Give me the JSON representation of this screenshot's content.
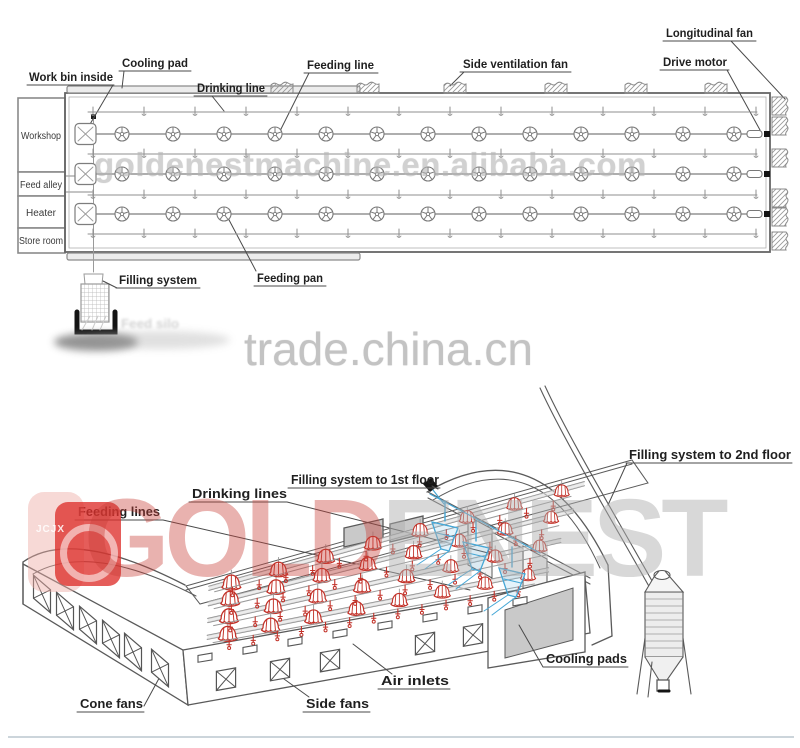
{
  "watermarks": {
    "top_banner": "goldenestmachine.en.alibaba.com",
    "middle": "trade.china.cn",
    "brand_red": "GOLD",
    "brand_gray": "ENEST",
    "logo_text": "JCJX"
  },
  "plan": {
    "rooms": [
      {
        "label": "Workshop"
      },
      {
        "label": "Feed alley"
      },
      {
        "label": "Heater"
      },
      {
        "label": "Store room"
      }
    ],
    "labels": {
      "work_bin": "Work bin inside",
      "cooling_pad": "Cooling pad",
      "drinking_line": "Drinking line",
      "feeding_line": "Feeding line",
      "side_ventilation_fan": "Side ventilation fan",
      "longitudinal_fan": "Longitudinal fan",
      "drive_motor": "Drive motor",
      "filling_system": "Filling system",
      "feeding_pan": "Feeding pan",
      "feed_silo": "Feed silo"
    },
    "counts": {
      "feed_lines": 3,
      "pans_per_line": 13,
      "drink_lines": 4,
      "nipples_per_line": 14,
      "side_ventilation_fans": 6,
      "longitudinal_fans": 6,
      "hoppers": 3,
      "drive_motors": 3
    }
  },
  "iso": {
    "labels": {
      "feeding_lines": "Feeding lines",
      "drinking_lines": "Drinking lines",
      "filling_1st": "Filling system to 1st floor",
      "filling_2nd": "Filling system to 2nd floor",
      "cooling_pads": "Cooling pads",
      "air_inlets": "Air inlets",
      "side_fans": "Side fans",
      "cone_fans": "Cone fans"
    },
    "counts": {
      "feed_lines": 4,
      "pans_per_line": 8,
      "drink_lines": 4,
      "drippers_per_line": 13,
      "cone_fans": 6,
      "side_fans": 5,
      "air_inlets": 8,
      "roof_windows": 2,
      "hoppers": 3,
      "silos": 1
    }
  },
  "colors": {
    "line": "#5a5a5a",
    "line_light": "#8f8f8f",
    "leader": "#4a4a4a",
    "red": "#c23128",
    "blue": "#45a7d6",
    "panel_gray": "#c9c9c9",
    "watermark_gray": "#b5b5b5",
    "brand_red": "#c93e38"
  }
}
